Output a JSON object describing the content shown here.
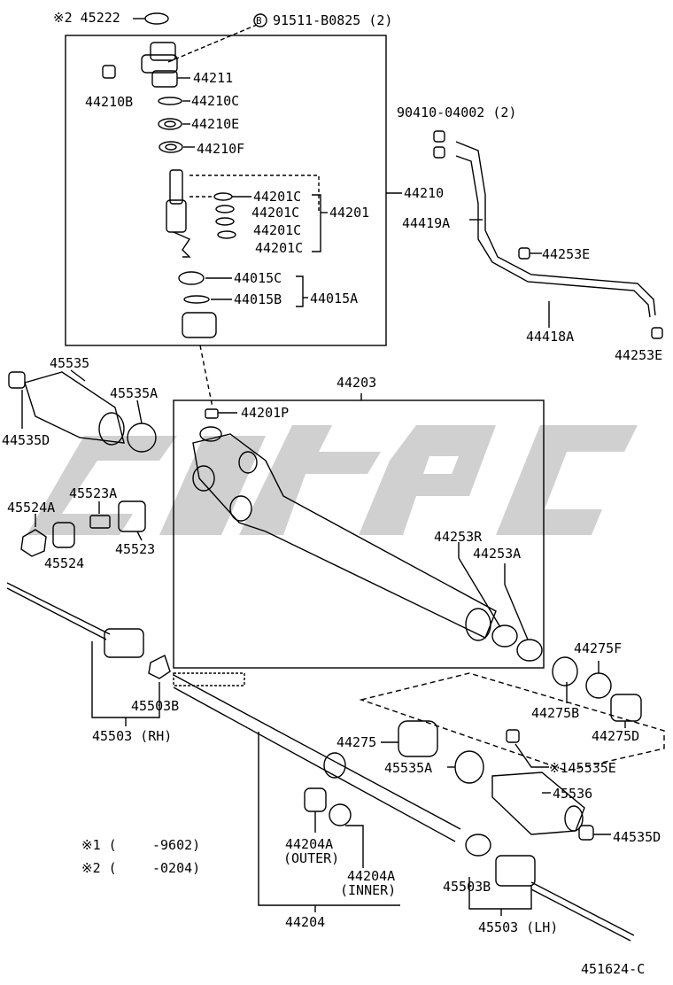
{
  "diagram": {
    "drawing_number": "451624-C",
    "footnotes": [
      {
        "mark": "※1 (",
        "range": "-9602)"
      },
      {
        "mark": "※2 (",
        "range": "-0204)"
      }
    ],
    "labels": {
      "l45222": "※2 45222",
      "l91511": "91511-B0825 (2)",
      "lB": "B",
      "l44211": "44211",
      "l44210B": "44210B",
      "l44210C": "44210C",
      "l44210E": "44210E",
      "l44210F": "44210F",
      "l44201Ca": "44201C",
      "l44201Cb": "44201C",
      "l44201Cc": "44201C",
      "l44201Cd": "44201C",
      "l44201": "44201",
      "l44210": "44210",
      "l44015C": "44015C",
      "l44015B": "44015B",
      "l44015A": "44015A",
      "l90410": "90410-04002 (2)",
      "l44419A": "44419A",
      "l44253E1": "44253E",
      "l44418A": "44418A",
      "l44253E2": "44253E",
      "l45535": "45535",
      "l45535A": "45535A",
      "l44535D1": "44535D",
      "l44203": "44203",
      "l44201P": "44201P",
      "l45523A": "45523A",
      "l45524A": "45524A",
      "l45524": "45524",
      "l45523": "45523",
      "l44253R": "44253R",
      "l44253A": "44253A",
      "l44275F": "44275F",
      "l45503B1": "45503B",
      "l45503RH": "45503 (RH)",
      "l44275B": "44275B",
      "l44275": "44275",
      "l44275D": "44275D",
      "l145535E": "※145535E",
      "l45535A2": "45535A",
      "l45536": "45536",
      "l44535D2": "44535D",
      "l44204A1": "44204A",
      "l44204Aouter": "(OUTER)",
      "l44204A2": "44204A",
      "l44204Ainner": "(INNER)",
      "l45503B2": "45503B",
      "l44204": "44204",
      "l45503LH": "45503 (LH)"
    }
  }
}
